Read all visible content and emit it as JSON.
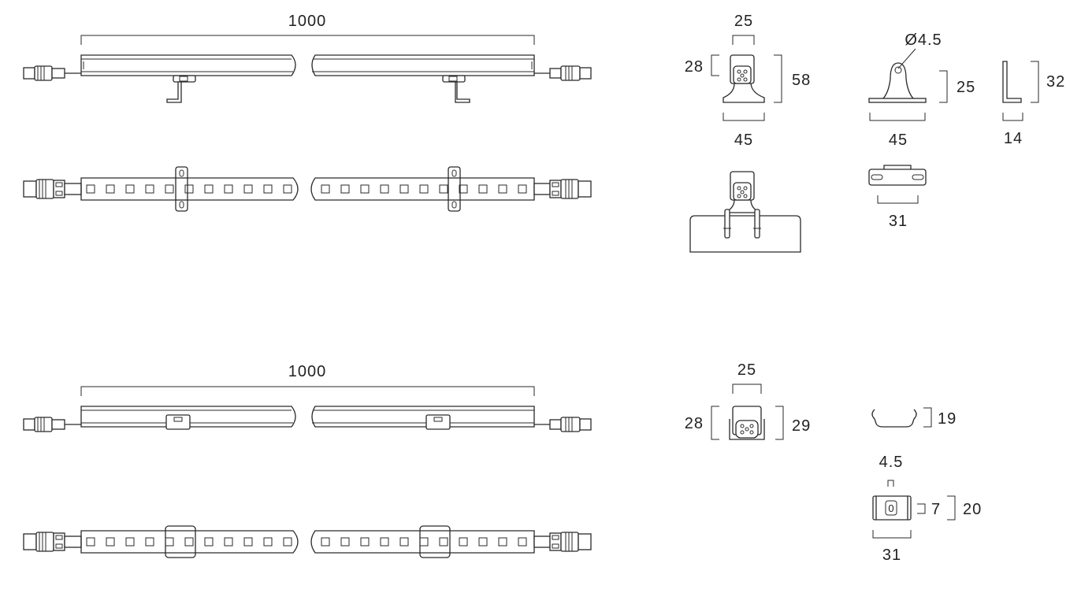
{
  "colors": {
    "line": "#2a2a2a",
    "background": "#ffffff",
    "text": "#222222"
  },
  "top_section": {
    "length_label": "1000",
    "bracket_view": {
      "width_label": "25",
      "height_label": "28",
      "total_height_label": "58",
      "base_width_label": "45"
    },
    "bracket_side": {
      "hole_label": "Ø4.5",
      "height_label": "25",
      "base_width_label": "45"
    },
    "l_profile": {
      "height_label": "32",
      "width_label": "14"
    },
    "base_plate": {
      "width_label": "31"
    }
  },
  "bottom_section": {
    "length_label": "1000",
    "clip_view": {
      "width_label": "25",
      "height_label": "28",
      "total_height_label": "29"
    },
    "clip_side": {
      "height_label": "19"
    },
    "clip_plate": {
      "hole_label": "4.5",
      "hole_height_label": "7",
      "height_label": "20",
      "width_label": "31",
      "center_mark": "0"
    }
  }
}
